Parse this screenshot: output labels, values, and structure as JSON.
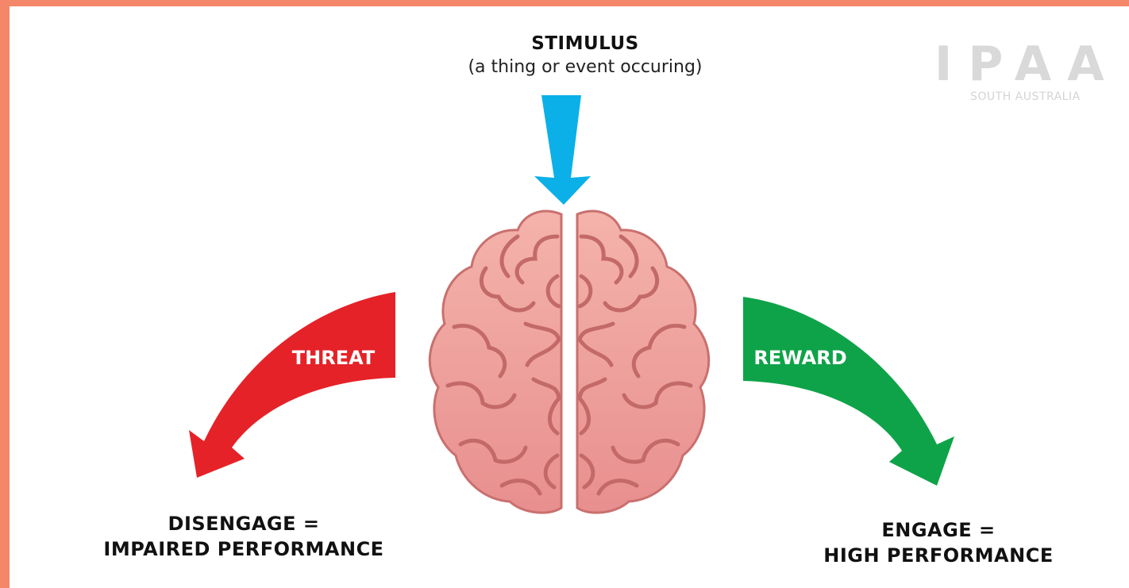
{
  "stimulus": {
    "title": "STIMULUS",
    "subtitle": "(a thing or event occuring)"
  },
  "branches": {
    "threat": {
      "label": "THREAT",
      "color": "#e52228"
    },
    "reward": {
      "label": "REWARD",
      "color": "#0fa349"
    }
  },
  "outcomes": {
    "left": {
      "line1": "DISENGAGE =",
      "line2": "IMPAIRED PERFORMANCE"
    },
    "right": {
      "line1": "ENGAGE =",
      "line2": "HIGH PERFORMANCE"
    }
  },
  "logo": {
    "letters": "IPAA",
    "subtitle": "SOUTH AUSTRALIA"
  },
  "colors": {
    "stimulus_arrow": "#0bb0e8",
    "brain_fill": "#f2a3a1",
    "brain_outline": "#c9706e",
    "frame": "#f4876a"
  }
}
